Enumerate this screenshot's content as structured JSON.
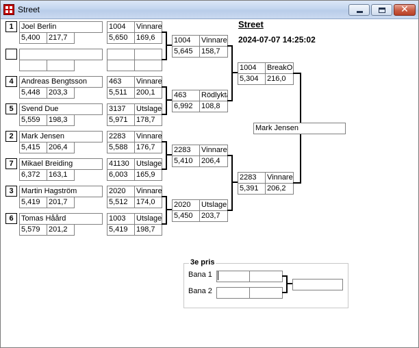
{
  "window": {
    "title": "Street"
  },
  "header": {
    "title": "Street",
    "datetime": "2024-07-07 14:25:02"
  },
  "round1": [
    {
      "seed": "1",
      "name": "Joel Berlin",
      "avg": "5,400",
      "speed": "217,7"
    },
    {
      "seed": "",
      "name": "",
      "avg": "",
      "speed": ""
    },
    {
      "seed": "4",
      "name": "Andreas Bengtsson",
      "avg": "5,448",
      "speed": "203,3"
    },
    {
      "seed": "5",
      "name": "Svend Due",
      "avg": "5,559",
      "speed": "198,3"
    },
    {
      "seed": "2",
      "name": "Mark Jensen",
      "avg": "5,415",
      "speed": "206,4"
    },
    {
      "seed": "7",
      "name": "Mikael  Breiding",
      "avg": "6,372",
      "speed": "163,1"
    },
    {
      "seed": "3",
      "name": "Martin Hagström",
      "avg": "5,419",
      "speed": "201,7"
    },
    {
      "seed": "6",
      "name": "Tomas  Håård",
      "avg": "5,579",
      "speed": "201,2"
    }
  ],
  "round1_results": [
    {
      "num": "1004",
      "result": "Vinnare",
      "et": "5,650",
      "speed": "169,6"
    },
    {
      "num": "",
      "result": "",
      "et": "",
      "speed": ""
    },
    {
      "num": "463",
      "result": "Vinnare",
      "et": "5,511",
      "speed": "200,1"
    },
    {
      "num": "3137",
      "result": "Utslagen",
      "et": "5,971",
      "speed": "178,7"
    },
    {
      "num": "2283",
      "result": "Vinnare",
      "et": "5,588",
      "speed": "176,7"
    },
    {
      "num": "41130",
      "result": "Utslagen",
      "et": "6,003",
      "speed": "165,9"
    },
    {
      "num": "2020",
      "result": "Vinnare",
      "et": "5,512",
      "speed": "174,0"
    },
    {
      "num": "1003",
      "result": "Utslagen",
      "et": "5,419",
      "speed": "198,7"
    }
  ],
  "round2": [
    {
      "num": "1004",
      "result": "Vinnare",
      "et": "5,645",
      "speed": "158,7"
    },
    {
      "num": "463",
      "result": "Rödlykta",
      "et": "6,992",
      "speed": "108,8"
    },
    {
      "num": "2283",
      "result": "Vinnare",
      "et": "5,410",
      "speed": "206,4"
    },
    {
      "num": "2020",
      "result": "Utslagen",
      "et": "5,450",
      "speed": "203,7"
    }
  ],
  "semis": [
    {
      "num": "1004",
      "result": "BreakOut",
      "et": "5,304",
      "speed": "216,0"
    },
    {
      "num": "2283",
      "result": "Vinnare",
      "et": "5,391",
      "speed": "206,2"
    }
  ],
  "winner": {
    "name": "Mark Jensen"
  },
  "third_place": {
    "legend": "3e pris",
    "lanes": [
      {
        "label": "Bana 1",
        "a": "",
        "b": ""
      },
      {
        "label": "Bana 2",
        "a": "",
        "b": ""
      }
    ],
    "result": ""
  }
}
